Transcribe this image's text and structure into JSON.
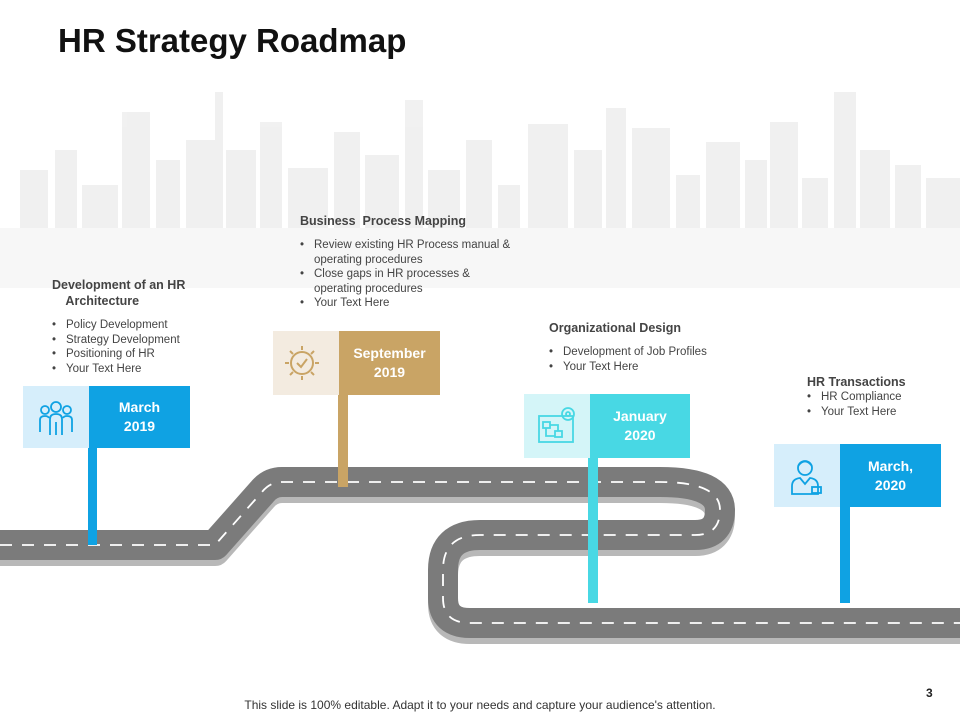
{
  "title": "HR Strategy Roadmap",
  "colors": {
    "blue": "#0fa2e3",
    "blue_light": "#d6eefb",
    "gold": "#c9a465",
    "gold_light": "#f3ebe0",
    "cyan": "#48d8e4",
    "cyan_light": "#d4f5f8",
    "road": "#7b7b7b",
    "road_edge": "#cfcfcf"
  },
  "milestones": [
    {
      "date": "March\n2019",
      "icon": "team-icon",
      "heading": "Development of an HR\n    Architecture",
      "bullets": [
        "Policy Development",
        "Strategy Development",
        "Positioning of HR",
        "Your Text Here"
      ]
    },
    {
      "date": "September\n2019",
      "icon": "gear-icon",
      "heading": "Business  Process Mapping",
      "bullets": [
        "Review existing HR Process manual & operating procedures",
        "Close gaps in HR processes & operating procedures",
        "Your Text Here"
      ]
    },
    {
      "date": "January\n2020",
      "icon": "flowchart-gear-icon",
      "heading": "Organizational Design",
      "bullets": [
        "Development of Job Profiles",
        "Your Text Here"
      ]
    },
    {
      "date": "March,\n2020",
      "icon": "employee-icon",
      "heading": "HR Transactions",
      "bullets": [
        "HR Compliance",
        "Your Text Here"
      ]
    }
  ],
  "footer": "This slide is 100% editable. Adapt it to your needs and capture your audience's attention.",
  "page_number": "3"
}
